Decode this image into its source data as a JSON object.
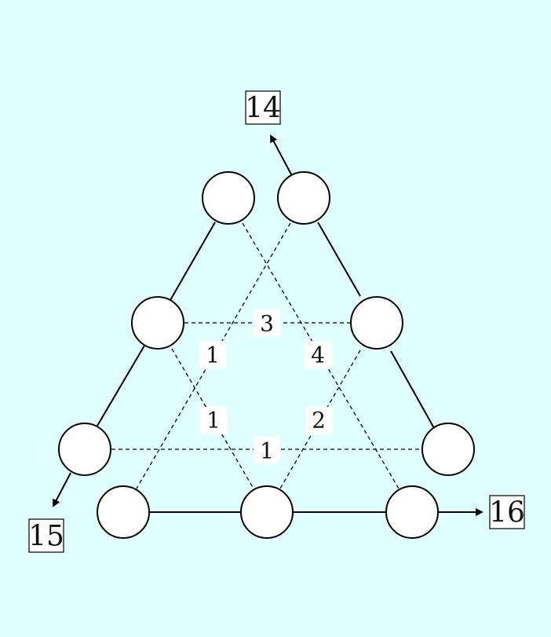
{
  "diagram": {
    "background_color": "#e0ffff",
    "edge_labels": {
      "upper_horizontal": "3",
      "left_upper_diagonal": "1",
      "right_upper_diagonal": "4",
      "left_lower_diagonal": "1",
      "right_lower_diagonal": "2",
      "lower_horizontal": "1"
    },
    "outputs": {
      "top": "14",
      "bottom_left": "15",
      "right": "16"
    },
    "node_count": 9
  }
}
